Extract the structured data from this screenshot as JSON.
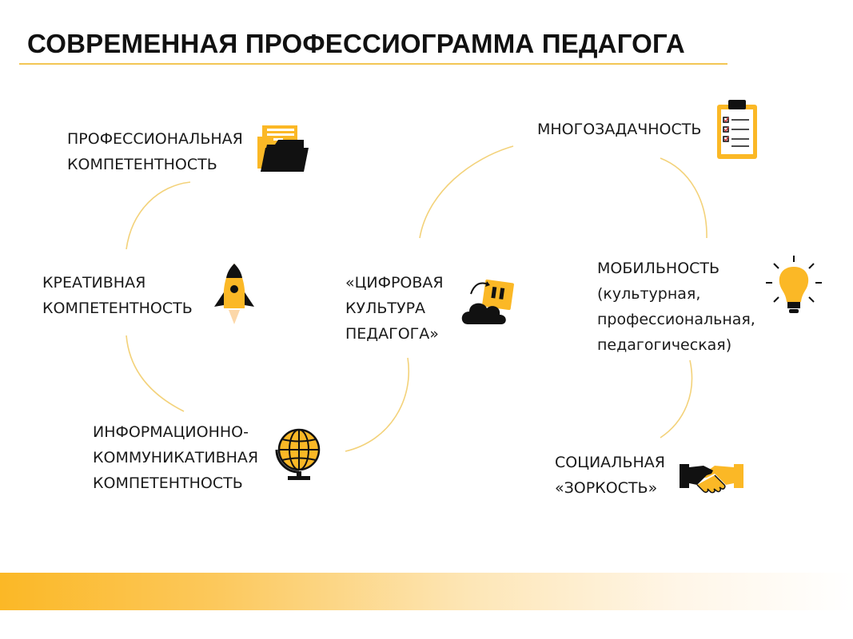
{
  "title": "СОВРЕМЕННАЯ ПРОФЕССИОГРАММА ПЕДАГОГА",
  "colors": {
    "accent": "#fbb826",
    "curve": "#f3d27a",
    "ink": "#111111"
  },
  "nodes": {
    "prof": {
      "lines": [
        "ПРОФЕССИОНАЛЬНАЯ",
        "КОМПЕТЕНТНОСТЬ"
      ],
      "icon": "folder-documents-icon"
    },
    "creative": {
      "lines": [
        "КРЕАТИВНАЯ",
        "КОМПЕТЕНТНОСТЬ"
      ],
      "icon": "rocket-icon"
    },
    "info": {
      "lines": [
        "ИНФОРМАЦИОННО-",
        "КОММУНИКАТИВНАЯ",
        "КОМПЕТЕНТНОСТЬ"
      ],
      "icon": "globe-icon"
    },
    "digital": {
      "lines": [
        "«ЦИФРОВАЯ",
        "КУЛЬТУРА",
        "ПЕДАГОГА»"
      ],
      "icon": "cloud-storage-icon"
    },
    "multi": {
      "lines": [
        "МНОГОЗАДАЧНОСТЬ"
      ],
      "icon": "clipboard-checklist-icon"
    },
    "mobility": {
      "lines": [
        "МОБИЛЬНОСТЬ",
        "(культурная,",
        "профессиональная,",
        "педагогическая)"
      ],
      "icon": "lightbulb-icon"
    },
    "social": {
      "lines": [
        "СОЦИАЛЬНАЯ",
        "«ЗОРКОСТЬ»"
      ],
      "icon": "handshake-icon"
    }
  }
}
